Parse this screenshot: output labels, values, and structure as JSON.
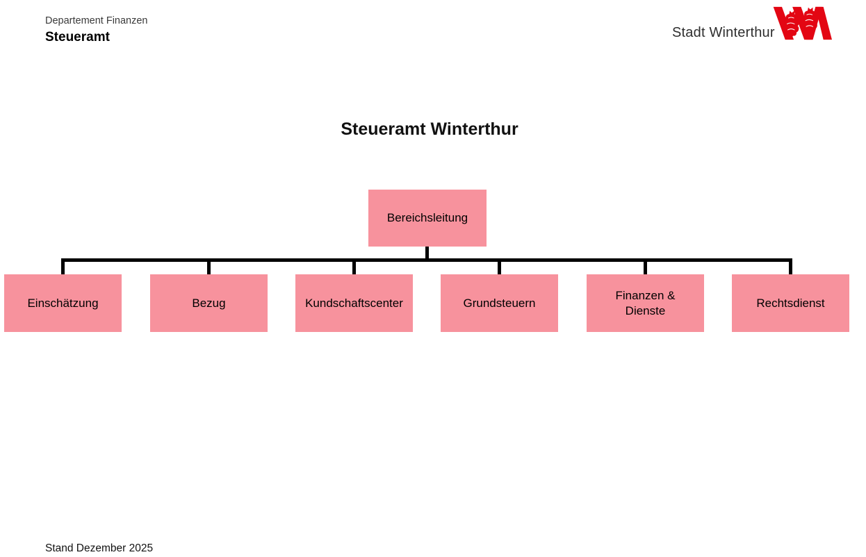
{
  "header": {
    "department": "Departement Finanzen",
    "office": "Steueramt",
    "logo_text": "Stadt Winterthur"
  },
  "title": "Steueramt Winterthur",
  "org_chart": {
    "root": {
      "label": "Bereichsleitung"
    },
    "children": [
      {
        "label": "Einschätzung"
      },
      {
        "label": "Bezug"
      },
      {
        "label": "Kundschaftscenter"
      },
      {
        "label": "Grundsteuern"
      },
      {
        "label": "Finanzen & Dienste"
      },
      {
        "label": "Rechtsdienst"
      }
    ]
  },
  "footer": {
    "status_date": "Stand Dezember 2025"
  },
  "colors": {
    "box_fill": "#F7929D",
    "logo_red": "#E30613",
    "connector": "#000000"
  }
}
